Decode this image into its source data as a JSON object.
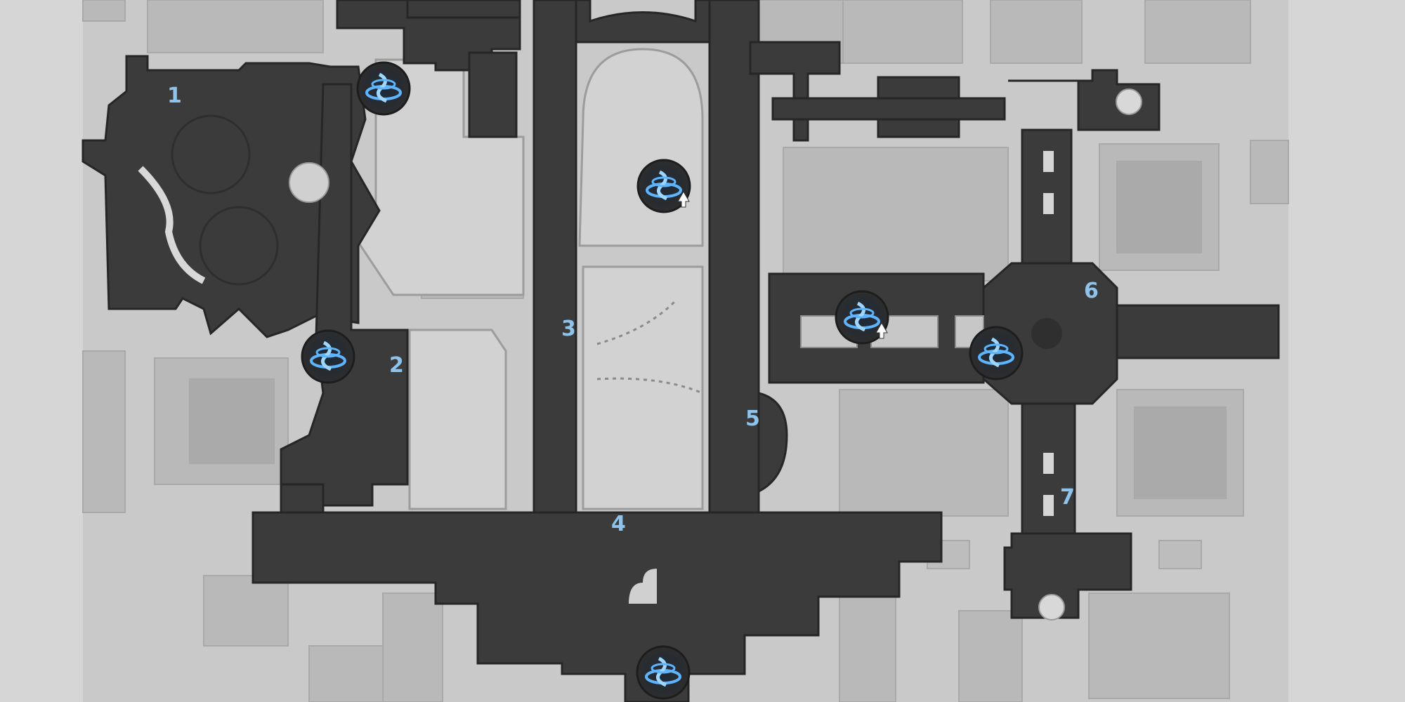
{
  "map": {
    "area_numbers": [
      {
        "id": "area-1",
        "label": "1"
      },
      {
        "id": "area-2",
        "label": "2"
      },
      {
        "id": "area-3",
        "label": "3"
      },
      {
        "id": "area-4",
        "label": "4"
      },
      {
        "id": "area-5",
        "label": "5"
      },
      {
        "id": "area-6",
        "label": "6"
      },
      {
        "id": "area-7",
        "label": "7"
      }
    ],
    "teleport_icons": [
      {
        "id": "teleport-a",
        "icon": "teleport-anchor-icon",
        "has_arrow": false
      },
      {
        "id": "teleport-b",
        "icon": "teleport-anchor-icon",
        "has_arrow": false
      },
      {
        "id": "teleport-c",
        "icon": "teleport-anchor-icon",
        "has_arrow": true
      },
      {
        "id": "teleport-d",
        "icon": "teleport-anchor-icon",
        "has_arrow": true
      },
      {
        "id": "teleport-e",
        "icon": "teleport-anchor-icon",
        "has_arrow": false
      },
      {
        "id": "teleport-f",
        "icon": "teleport-anchor-icon",
        "has_arrow": false
      }
    ],
    "colors": {
      "outer_background": "#d6d6d6",
      "ground": "#c4c4c4",
      "building": "#b4b4b4",
      "walkable": "#3a3a3a",
      "walkable_edge": "#2a2a2a",
      "label": "#8ec3ec",
      "teleport_glow": "#5fb4ff",
      "teleport_bg": "#2a2a2a"
    }
  }
}
